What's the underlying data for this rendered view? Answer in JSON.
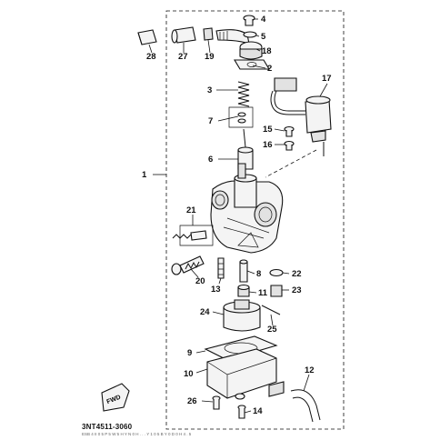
{
  "diagram": {
    "callouts": [
      "1",
      "2",
      "3",
      "4",
      "5",
      "6",
      "7",
      "8",
      "9",
      "10",
      "11",
      "12",
      "13",
      "14",
      "15",
      "16",
      "17",
      "18",
      "19",
      "20",
      "21",
      "22",
      "23",
      "24",
      "25",
      "26",
      "27",
      "28"
    ],
    "fwd_label": "FWD",
    "figure_code": "3NT4511-3060",
    "fine_print": "ESB 4 II 0 5 P 5 W   5 H Y N 0 H . . .   Y 1 0   5 B Y 0   D 0 H 4 . 5"
  }
}
